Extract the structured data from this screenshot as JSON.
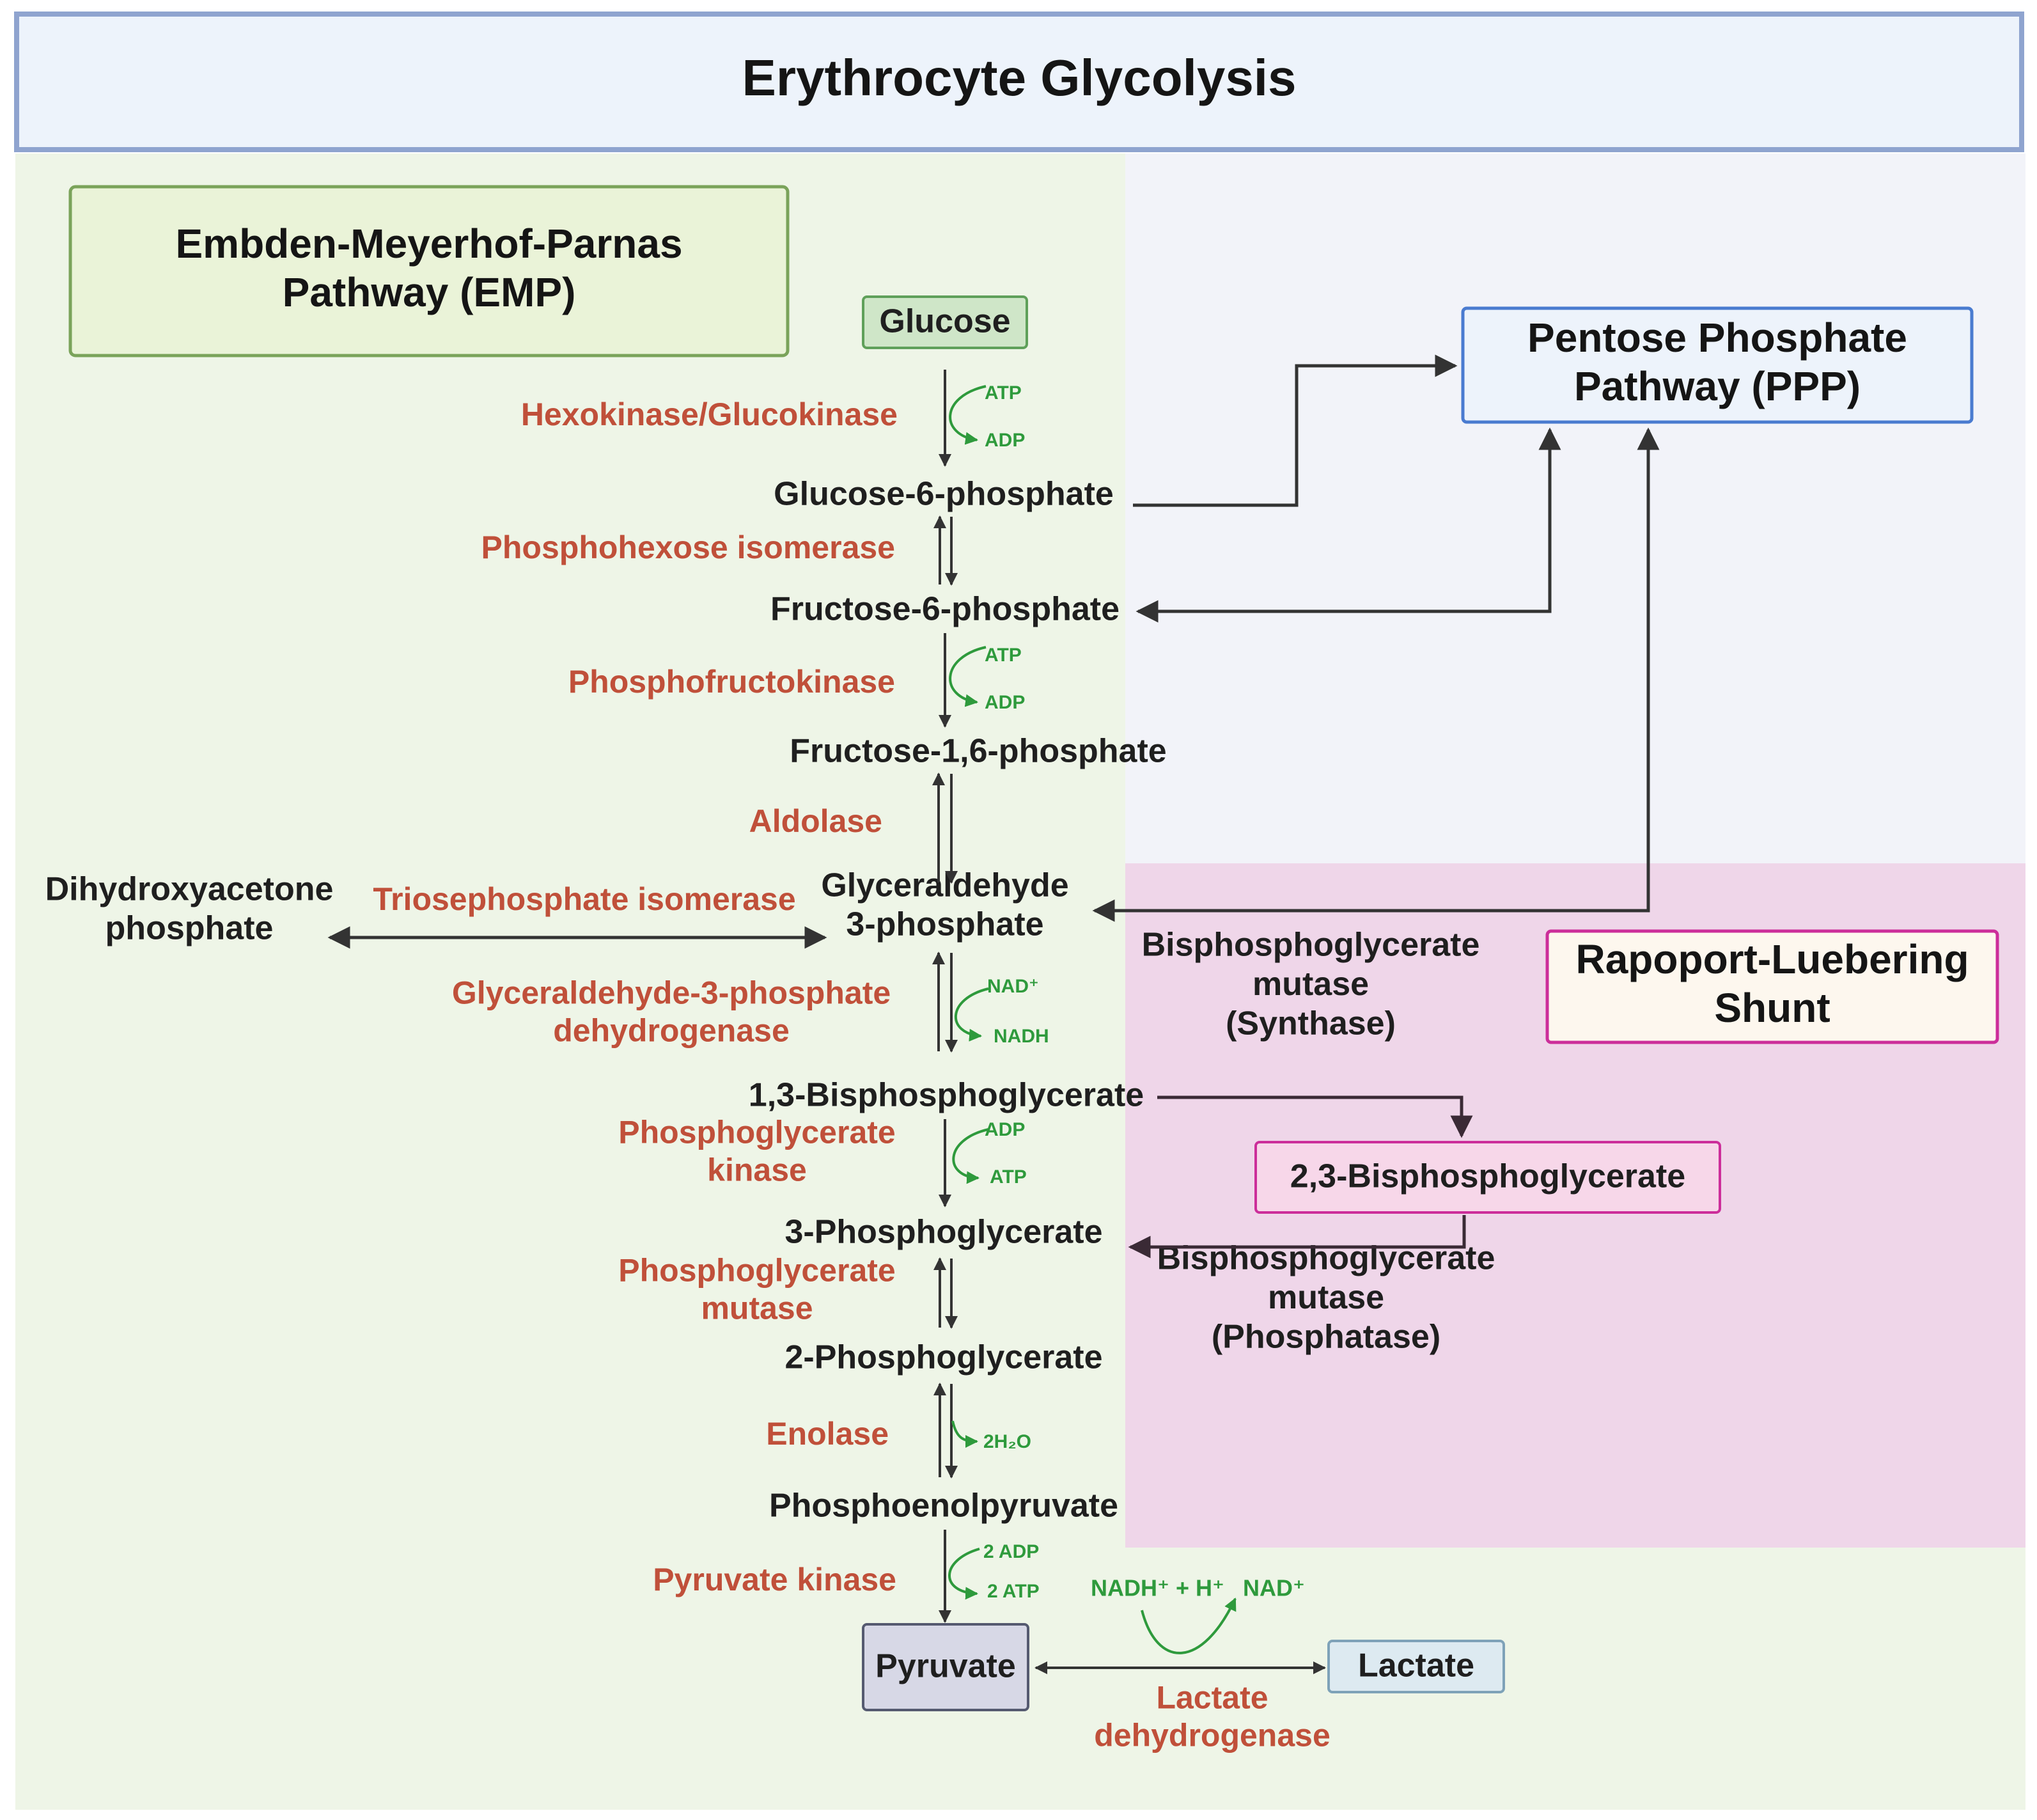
{
  "title": "Erythrocyte Glycolysis",
  "sections": {
    "emp": "Embden-Meyerhof-Parnas\nPathway (EMP)",
    "ppp": "Pentose Phosphate\nPathway (PPP)",
    "rl": "Rapoport-Luebering\nShunt"
  },
  "metabolites": {
    "glucose": "Glucose",
    "g6p": "Glucose-6-phosphate",
    "f6p": "Fructose-6-phosphate",
    "f16p": "Fructose-1,6-phosphate",
    "dhap": "Dihydroxyacetone\nphosphate",
    "g3p": "Glyceraldehyde\n3-phosphate",
    "bpg13": "1,3-Bisphosphoglycerate",
    "bpg23": "2,3-Bisphosphoglycerate",
    "pg3": "3-Phosphoglycerate",
    "pg2": "2-Phosphoglycerate",
    "pep": "Phosphoenolpyruvate",
    "pyruvate": "Pyruvate",
    "lactate": "Lactate"
  },
  "enzymes": {
    "hexokinase": "Hexokinase/Glucokinase",
    "phi": "Phosphohexose isomerase",
    "pfk": "Phosphofructokinase",
    "aldolase": "Aldolase",
    "tpi": "Triosephosphate isomerase",
    "gapdh": "Glyceraldehyde-3-phosphate\ndehydrogenase",
    "pgk": "Phosphoglycerate\nkinase",
    "pgm": "Phosphoglycerate\nmutase",
    "enolase": "Enolase",
    "pk": "Pyruvate kinase",
    "ldh": "Lactate\ndehydrogenase",
    "bpgm_synthase": "Bisphosphoglycerate\nmutase\n(Synthase)",
    "bpgm_phosphatase": "Bisphosphoglycerate\nmutase\n(Phosphatase)"
  },
  "cofactors": {
    "hk_in": "ATP",
    "hk_out": "ADP",
    "pfk_in": "ATP",
    "pfk_out": "ADP",
    "gapdh_in": "NAD⁺",
    "gapdh_out": "NADH",
    "pgk_in": "ADP",
    "pgk_out": "ATP",
    "enolase_out": "2H₂O",
    "pk_in": "2 ADP",
    "pk_out": "2 ATP",
    "ldh_in": "NADH⁺ + H⁺",
    "ldh_out": "NAD⁺"
  },
  "colors": {
    "emp_bg": "#eef5e7",
    "ppp_bg": "#f2f3f9",
    "rl_bg": "#efd6e9",
    "title_bg": "#edf3fb",
    "title_border": "#8fa4cf",
    "enzyme_text": "#c0503a",
    "cofactor": "#2e9a3c",
    "arrow": "#333333"
  }
}
